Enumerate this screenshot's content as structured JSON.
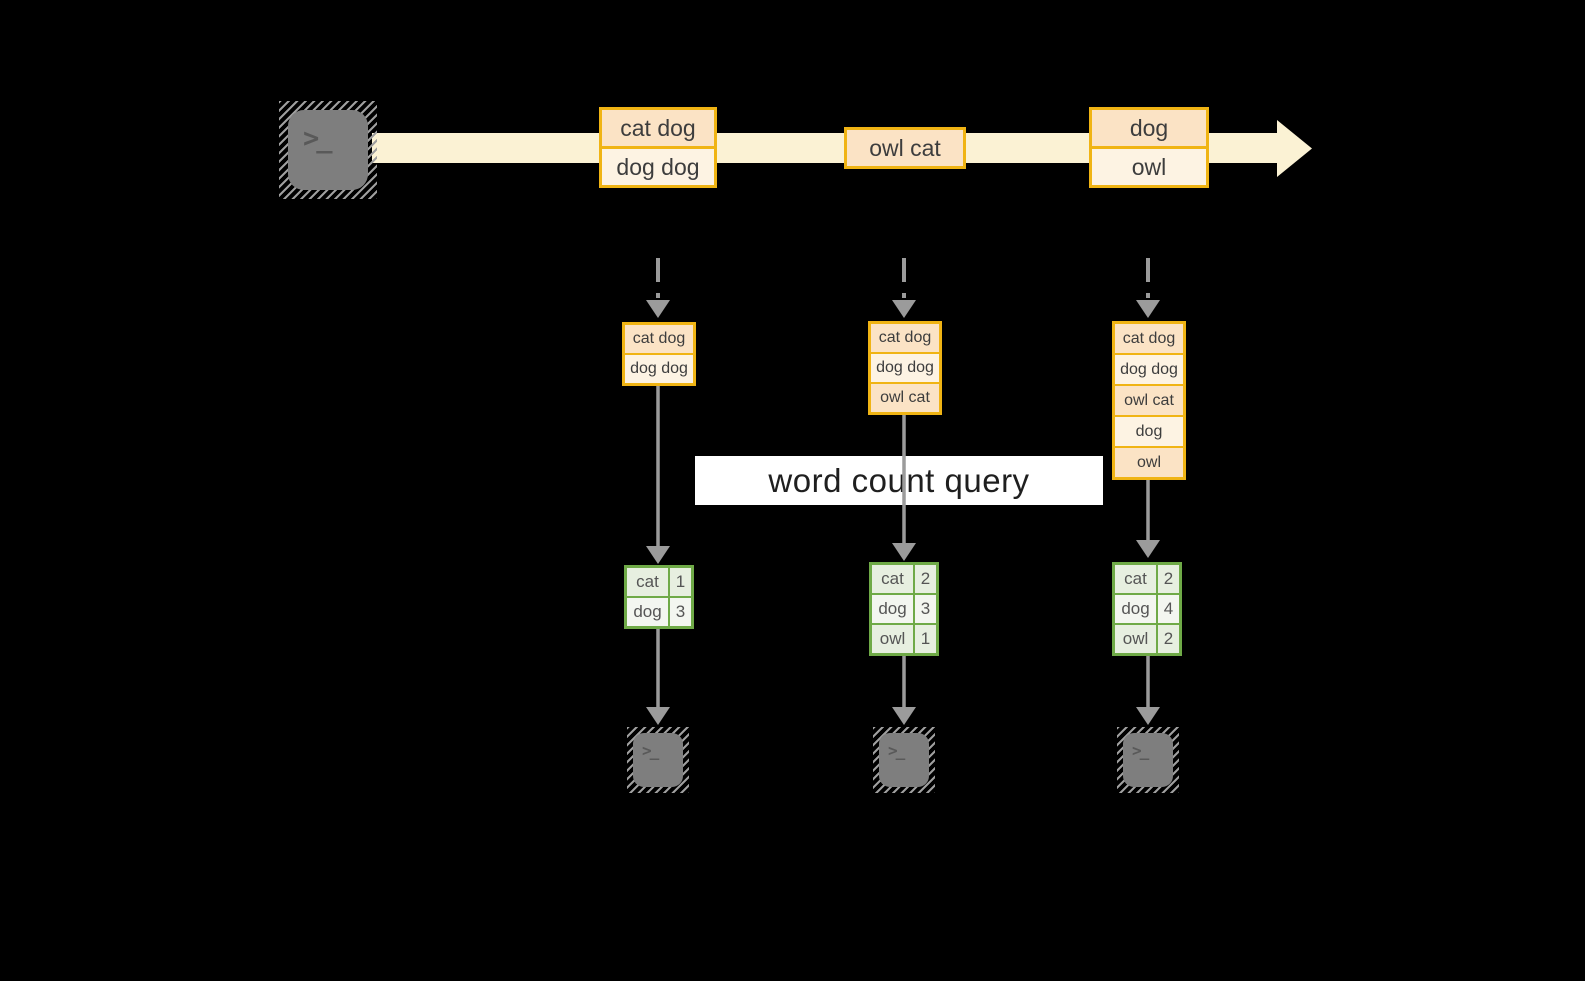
{
  "banner": {
    "label": "word count query"
  },
  "source_terminal": {
    "icon": "terminal-icon",
    "glyph": ">_"
  },
  "stream": {
    "events": [
      {
        "lines": [
          "cat dog",
          "dog dog"
        ]
      },
      {
        "lines": [
          "owl cat"
        ]
      },
      {
        "lines": [
          "dog",
          "owl"
        ]
      }
    ]
  },
  "columns": [
    {
      "state": [
        "cat dog",
        "dog dog"
      ],
      "counts": [
        {
          "word": "cat",
          "count": "1"
        },
        {
          "word": "dog",
          "count": "3"
        }
      ]
    },
    {
      "state": [
        "cat dog",
        "dog dog",
        "owl cat"
      ],
      "counts": [
        {
          "word": "cat",
          "count": "2"
        },
        {
          "word": "dog",
          "count": "3"
        },
        {
          "word": "owl",
          "count": "1"
        }
      ]
    },
    {
      "state": [
        "cat dog",
        "dog dog",
        "owl cat",
        "dog",
        "owl"
      ],
      "counts": [
        {
          "word": "cat",
          "count": "2"
        },
        {
          "word": "dog",
          "count": "4"
        },
        {
          "word": "owl",
          "count": "2"
        }
      ]
    }
  ],
  "sink_terminals": [
    {
      "icon": "terminal-icon",
      "glyph": ">_"
    },
    {
      "icon": "terminal-icon",
      "glyph": ">_"
    },
    {
      "icon": "terminal-icon",
      "glyph": ">_"
    }
  ],
  "colors": {
    "background": "#000000",
    "stream_band": "#fbf2d4",
    "gold_border": "#f0b414",
    "peach_fill": "#fbe3c5",
    "cream_fill": "#fdf3e3",
    "arrow_gray": "#9b9b9b",
    "terminal_gray": "#7e7e7e",
    "green_border": "#6faa47",
    "green_fill": "#e7efe0",
    "green_fill_alt": "#f3f6f0",
    "banner_bg": "#ffffff"
  }
}
